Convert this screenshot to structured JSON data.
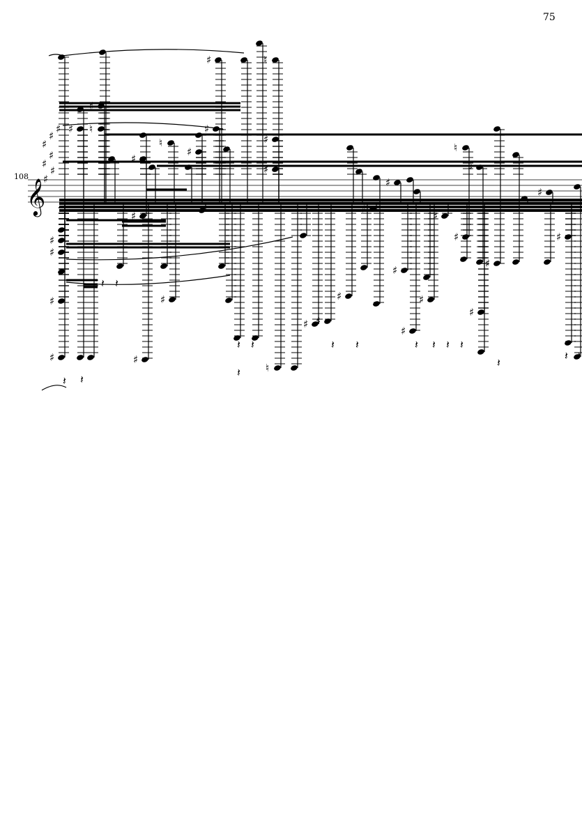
{
  "page": {
    "page_number": "75",
    "measure_number": "108"
  },
  "score": {
    "clef": "treble-clef",
    "ink_color": "#000000"
  }
}
